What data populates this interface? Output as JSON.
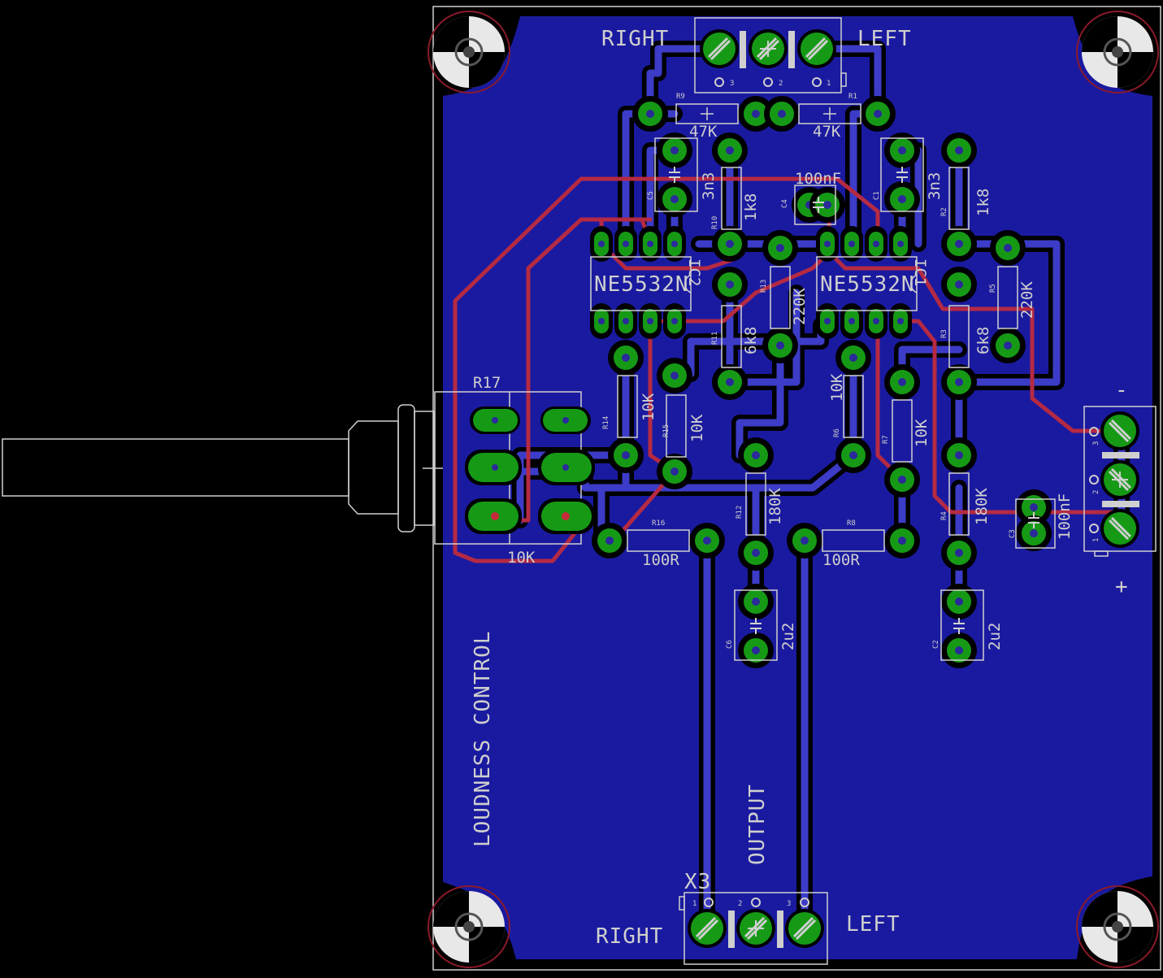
{
  "board": {
    "title": "LOUDNESS CONTROL",
    "output_label": "OUTPUT",
    "power_minus": "-",
    "power_plus": "+",
    "connector_x3": "X3",
    "colors": {
      "substrate": "#1a1aa0",
      "copper_bottom": "#3c3cc8",
      "copper_top": "#b52a43",
      "pads": "#169a16",
      "silkscreen": "#cfcfcf",
      "background": "#000000"
    }
  },
  "connectors": {
    "input": {
      "left_label": "RIGHT",
      "right_label": "LEFT",
      "pins": [
        "3",
        "2",
        "1"
      ]
    },
    "output": {
      "left_label": "RIGHT",
      "right_label": "LEFT",
      "pins": [
        "1",
        "2",
        "3"
      ]
    },
    "power": {
      "pins": [
        "3",
        "2",
        "1"
      ]
    }
  },
  "ics": [
    {
      "ref": "IC2",
      "part": "NE5532N"
    },
    {
      "ref": "IC1",
      "part": "NE5532N"
    }
  ],
  "pot": {
    "ref": "R17",
    "value": "10K"
  },
  "components": [
    {
      "ref": "R9",
      "value": "47K"
    },
    {
      "ref": "R1",
      "value": "47K"
    },
    {
      "ref": "C5",
      "value": "3n3"
    },
    {
      "ref": "R10",
      "value": "1k8"
    },
    {
      "ref": "C4",
      "value": "100nF"
    },
    {
      "ref": "C1",
      "value": "3n3"
    },
    {
      "ref": "R2",
      "value": "1k8"
    },
    {
      "ref": "R13",
      "value": "220K"
    },
    {
      "ref": "R5",
      "value": "220K"
    },
    {
      "ref": "R11",
      "value": "6k8"
    },
    {
      "ref": "R3",
      "value": "6k8"
    },
    {
      "ref": "R14",
      "value": "10K"
    },
    {
      "ref": "R15",
      "value": "10K"
    },
    {
      "ref": "R6",
      "value": "10K"
    },
    {
      "ref": "R7",
      "value": "10K"
    },
    {
      "ref": "R12",
      "value": "180K"
    },
    {
      "ref": "R4",
      "value": "180K"
    },
    {
      "ref": "C3",
      "value": "100nF"
    },
    {
      "ref": "R16",
      "value": "100R"
    },
    {
      "ref": "R8",
      "value": "100R"
    },
    {
      "ref": "C6",
      "value": "2u2"
    },
    {
      "ref": "C2",
      "value": "2u2"
    }
  ]
}
